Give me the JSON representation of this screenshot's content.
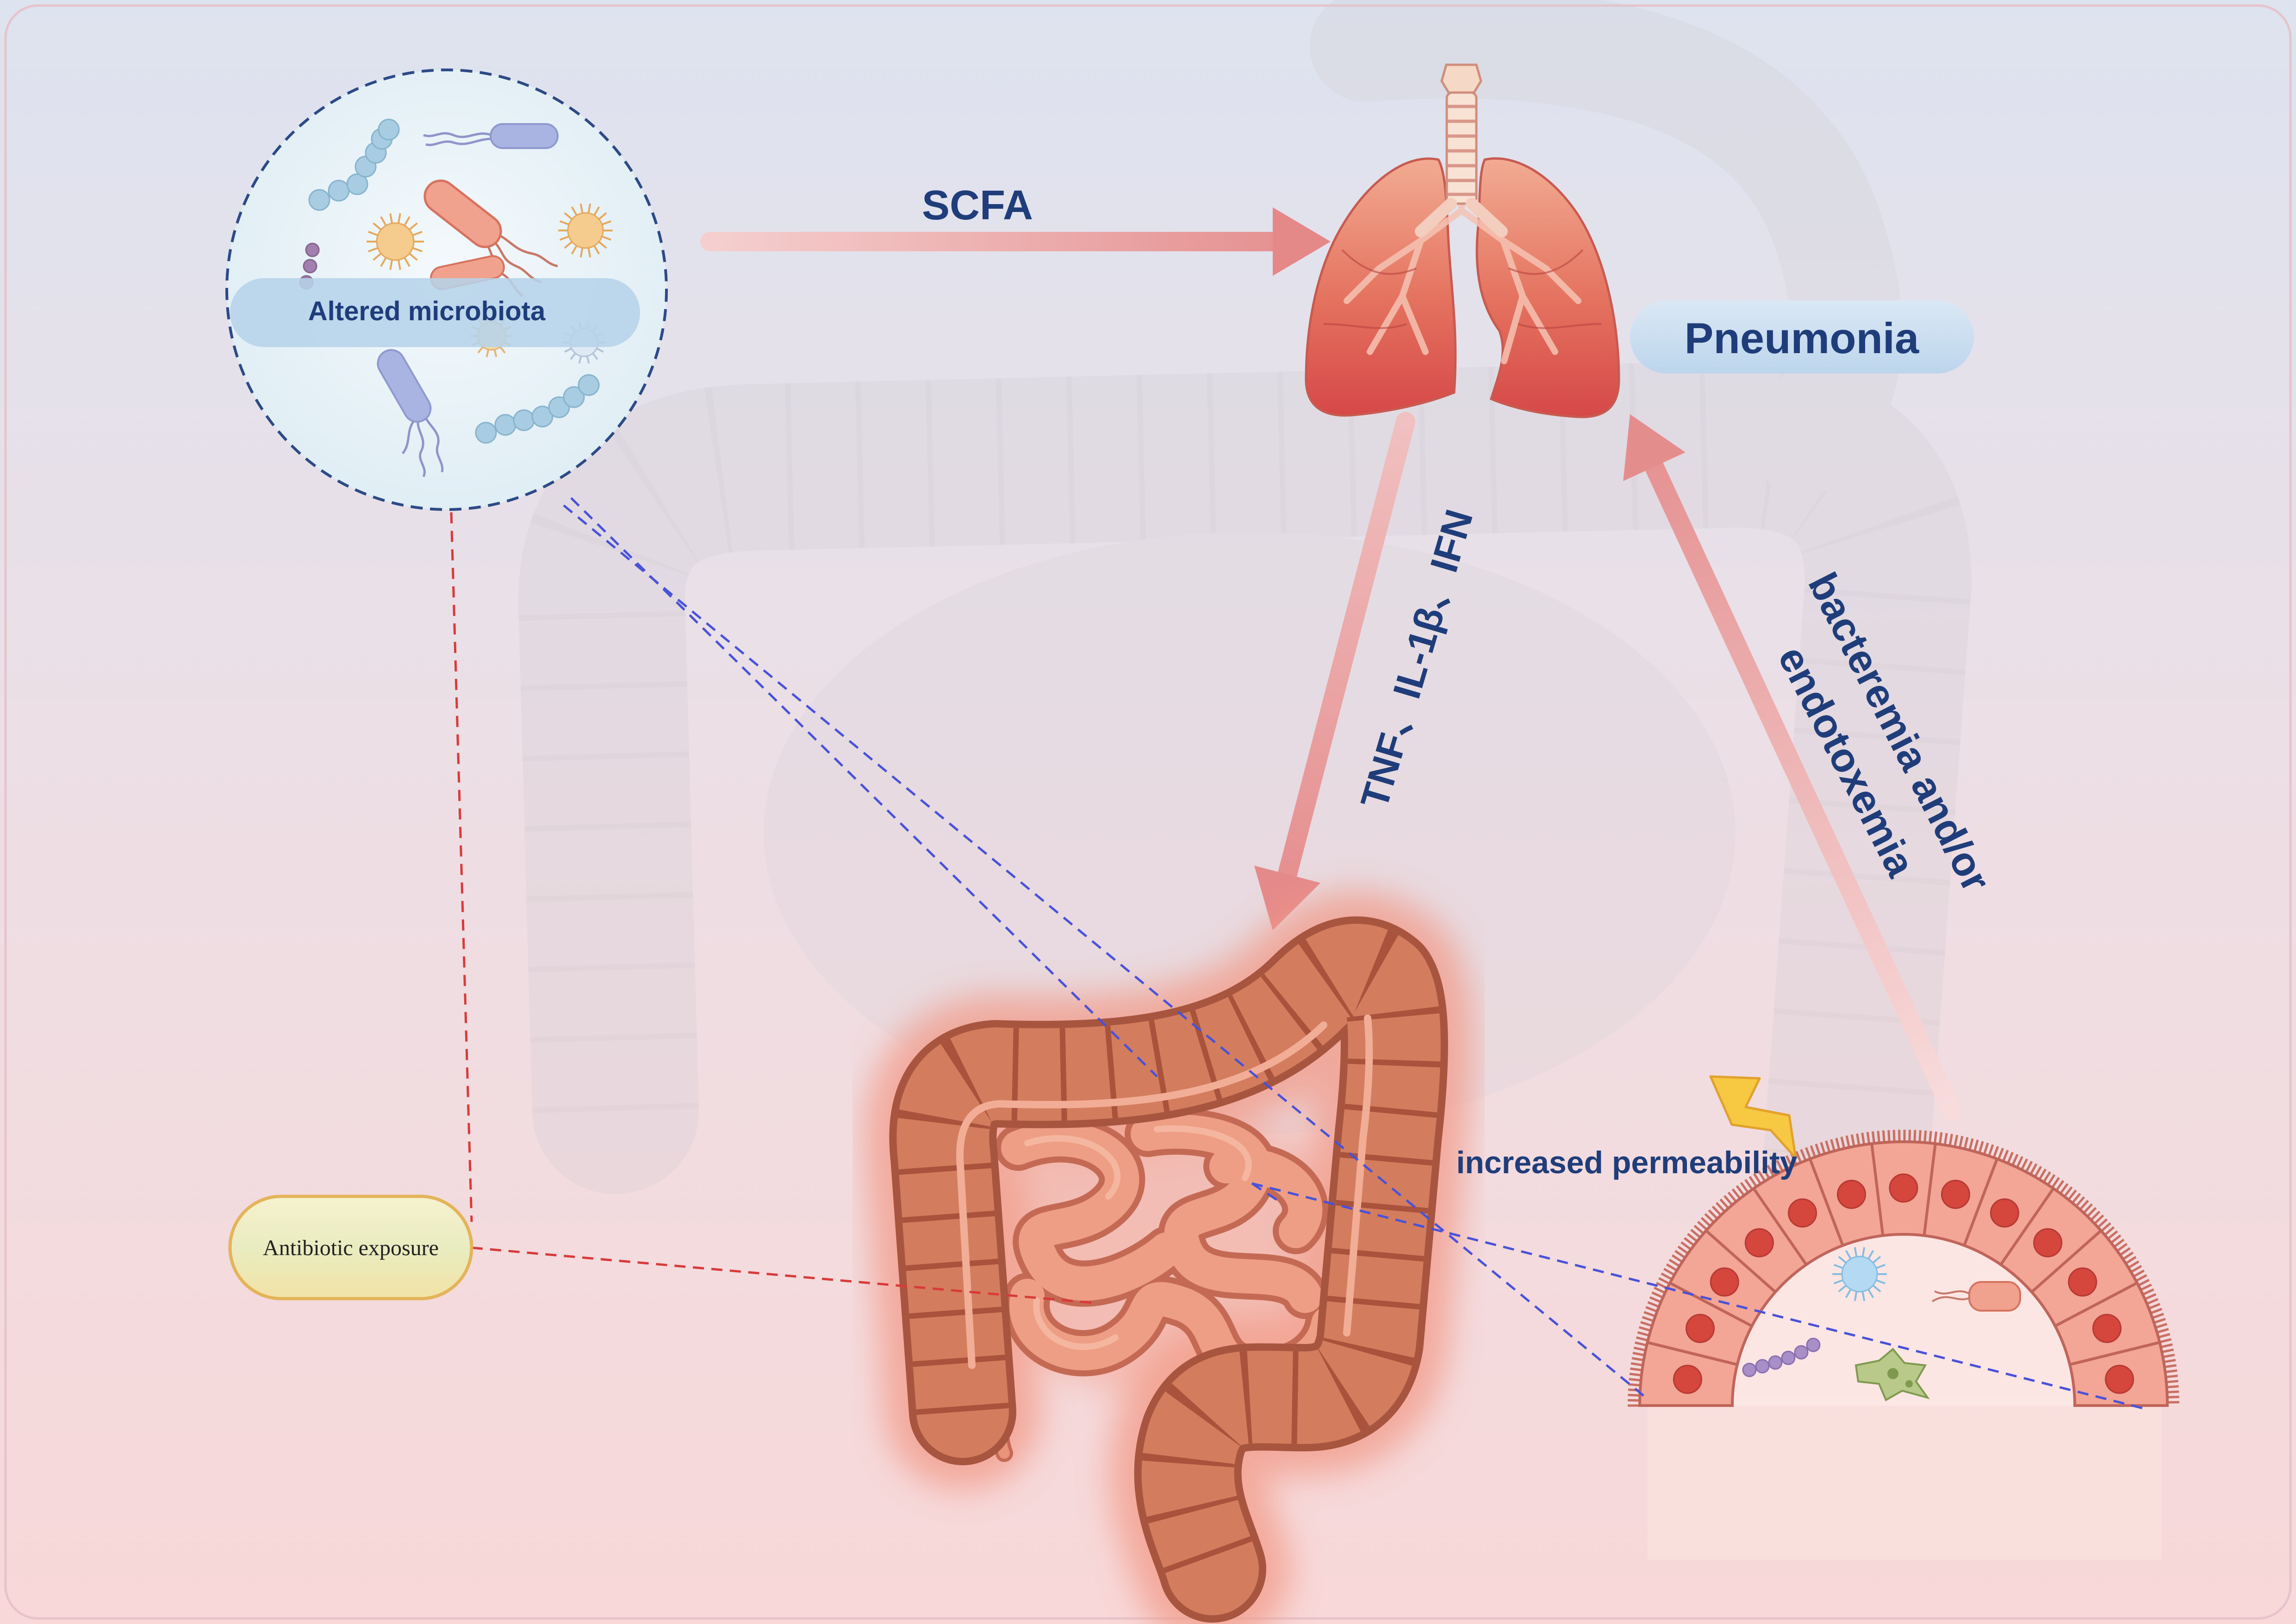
{
  "labels": {
    "scfa": "SCFA",
    "altered_microbiota": "Altered microbiota",
    "pneumonia": "Pneumonia",
    "cytokines": "TNF、IL-1β、IFN",
    "bacteremia_line1": "bacteremia and/or",
    "bacteremia_line2": "endotoxemia",
    "permeability": "increased permeability",
    "antibiotic": "Antibiotic exposure"
  },
  "icons": [
    "microbiota-circle-icon",
    "lungs-icon",
    "intestine-icon",
    "epithelium-icon",
    "lightning-icon",
    "bacterium-icon",
    "coccus-icon"
  ],
  "colors": {
    "text_navy": "#1f3d7a",
    "arrow_pink": "#e58f8f",
    "pill_blue": "#c9def0",
    "pill_yellow": "#f1ecbd",
    "dash_red": "#d83a3a",
    "dash_blue": "#4a52d8",
    "colon": "#cf7a5c",
    "lung_red": "#d94c4c",
    "cell_fill": "#f3a596",
    "cell_nucleus": "#d5463d",
    "chain_blue": "#a8cde2",
    "bolt_yellow": "#f7c842"
  }
}
